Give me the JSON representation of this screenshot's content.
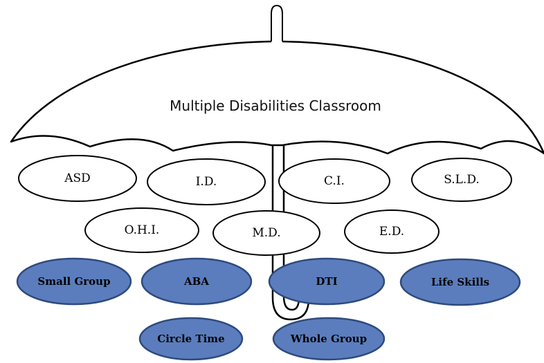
{
  "umbrella": {
    "title": "Multiple Disabilities Classroom"
  },
  "disabilities": [
    {
      "label": "ASD"
    },
    {
      "label": "I.D."
    },
    {
      "label": "C.I."
    },
    {
      "label": "S.L.D."
    },
    {
      "label": "O.H.I."
    },
    {
      "label": "M.D."
    },
    {
      "label": "E.D."
    }
  ],
  "strategies": [
    {
      "label": "Small Group"
    },
    {
      "label": "ABA"
    },
    {
      "label": "DTI"
    },
    {
      "label": "Life Skills"
    },
    {
      "label": "Circle Time"
    },
    {
      "label": "Whole Group"
    }
  ],
  "colors": {
    "strategy_fill": "#5b7dbd",
    "strategy_stroke": "#2e4a7e"
  }
}
